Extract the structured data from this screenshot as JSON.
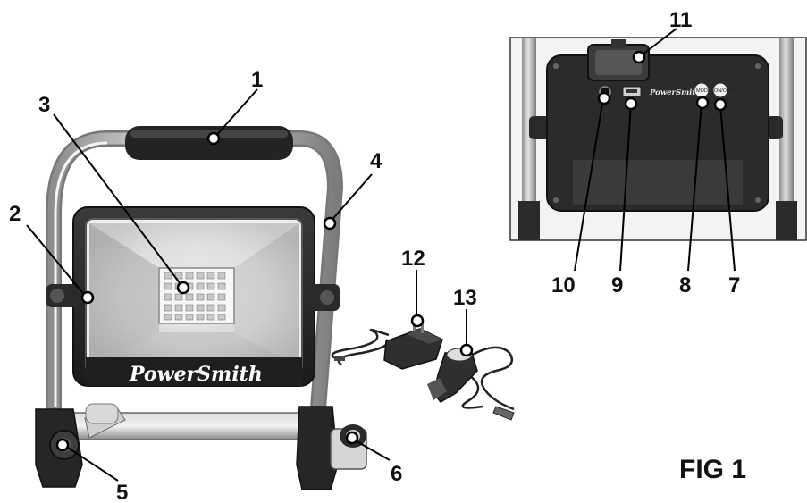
{
  "figure": {
    "label": "FIG 1",
    "brand": "PowerSmith",
    "buttons": {
      "mode": "MODE",
      "onoff": "ON/OFF"
    },
    "callouts": [
      "1",
      "2",
      "3",
      "4",
      "5",
      "6",
      "7",
      "8",
      "9",
      "10",
      "11",
      "12",
      "13"
    ]
  }
}
